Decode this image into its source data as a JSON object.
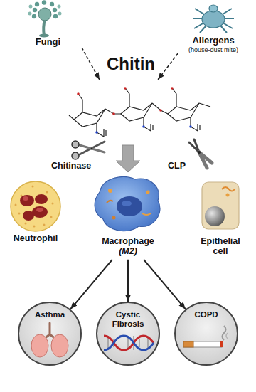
{
  "diagram": {
    "nodes": [
      {
        "text": [
          "Fungi"
        ]
      },
      {
        "text": [
          "Allergens",
          "(house-dust mite)"
        ]
      },
      {
        "text": [
          "Chitin"
        ]
      },
      {
        "text": [
          "Neutrophil"
        ]
      },
      {
        "text": [
          "Macrophage",
          "(M2)"
        ]
      },
      {
        "text": [
          "Epithelial cell"
        ]
      },
      {
        "text": [
          "Asthma"
        ]
      },
      {
        "text": [
          "Cystic Fibrosis"
        ]
      },
      {
        "text": [
          "COPD"
        ]
      }
    ],
    "edges": [
      {
        "from": 0,
        "to": 2,
        "arrow": "to"
      },
      {
        "from": 1,
        "to": 2,
        "arrow": "to"
      },
      {
        "from": 2,
        "to": 4,
        "arrow": "to"
      },
      {
        "from": 4,
        "to": 6,
        "arrow": "to"
      },
      {
        "from": 4,
        "to": 7,
        "arrow": "to"
      },
      {
        "from": 4,
        "to": 8,
        "arrow": "to"
      }
    ],
    "labels": [
      "Chitinase",
      "CLP"
    ]
  }
}
